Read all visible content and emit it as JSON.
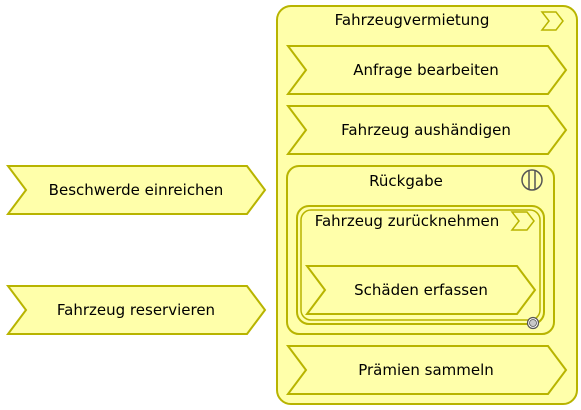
{
  "colors": {
    "fill": "#ffffaa",
    "stroke": "#b8b400",
    "marker_fill": "#c8c8c8",
    "marker_stroke": "#555555"
  },
  "diagram": {
    "container": {
      "label": "Fahrzeugvermietung",
      "icon": "chevron-icon"
    },
    "standalone": [
      {
        "label": "Beschwerde einreichen"
      },
      {
        "label": "Fahrzeug reservieren"
      }
    ],
    "steps": {
      "anfrage": {
        "label": "Anfrage bearbeiten"
      },
      "aushaendigen": {
        "label": "Fahrzeug aushändigen"
      },
      "praemien": {
        "label": "Prämien sammeln"
      }
    },
    "rueckgabe": {
      "label": "Rückgabe",
      "icon": "parallel-icon"
    },
    "zuruecknehmen": {
      "label": "Fahrzeug zurücknehmen",
      "icon": "chevron-icon"
    },
    "schaeden": {
      "label": "Schäden erfassen"
    },
    "end_marker": {
      "icon": "end-marker-icon"
    }
  }
}
